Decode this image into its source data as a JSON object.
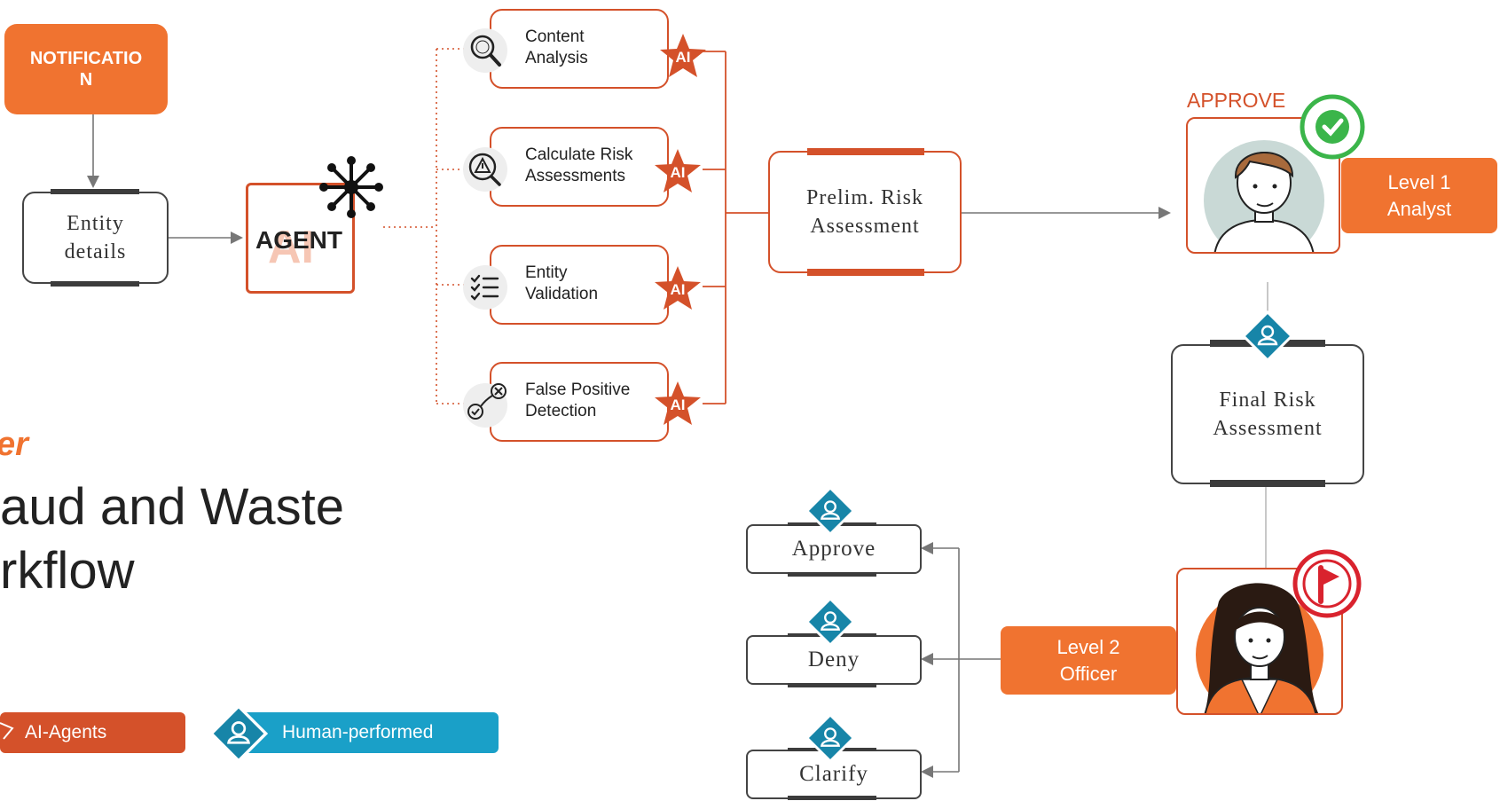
{
  "notification": {
    "label": "NOTIFICATION"
  },
  "entity_details": {
    "label_line1": "Entity",
    "label_line2": "details"
  },
  "agent": {
    "label": "AGENT",
    "watermark": "AI"
  },
  "tasks": [
    {
      "line1": "Content",
      "line2": "Analysis",
      "badge": "AI",
      "icon": "magnifier-icon"
    },
    {
      "line1": "Calculate Risk",
      "line2": "Assessments",
      "badge": "AI",
      "icon": "warning-search-icon"
    },
    {
      "line1": "Entity",
      "line2": "Validation",
      "badge": "AI",
      "icon": "checklist-icon"
    },
    {
      "line1": "False Positive",
      "line2": "Detection",
      "badge": "AI",
      "icon": "check-cross-icon"
    }
  ],
  "prelim": {
    "line1": "Prelim. Risk",
    "line2": "Assessment"
  },
  "final": {
    "line1": "Final Risk",
    "line2": "Assessment"
  },
  "approve_label": "APPROVE",
  "level1": {
    "line1": "Level 1",
    "line2": "Analyst"
  },
  "level2": {
    "line1": "Level 2",
    "line2": "Officer"
  },
  "outcomes": [
    {
      "label": "Approve"
    },
    {
      "label": "Deny"
    },
    {
      "label": "Clarify"
    }
  ],
  "title": {
    "accent": "er",
    "line1": "aud and Waste",
    "line2": "rkflow"
  },
  "legend": {
    "ai": "AI-Agents",
    "human": "Human-performed"
  },
  "colors": {
    "orange": "#f07330",
    "dark_orange": "#d4512a",
    "blue": "#1aa0c8",
    "teal": "#1785a8",
    "green": "#3bb54a",
    "red": "#d9232e"
  }
}
